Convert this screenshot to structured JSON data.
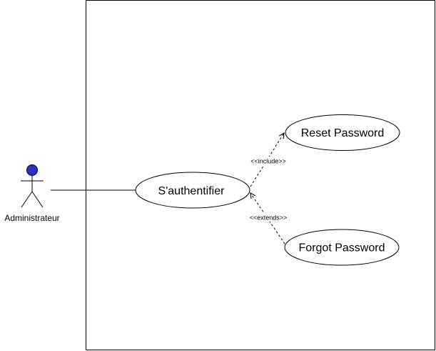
{
  "diagram": {
    "actor": {
      "label": "Administrateur",
      "head_color": "#2d2fc6"
    },
    "use_cases": {
      "authenticate": "S'authentifier",
      "reset_password": "Reset Password",
      "forgot_password": "Forgot Password"
    },
    "relations": {
      "include": "<<include>>",
      "extends": "<<extends>>"
    }
  }
}
